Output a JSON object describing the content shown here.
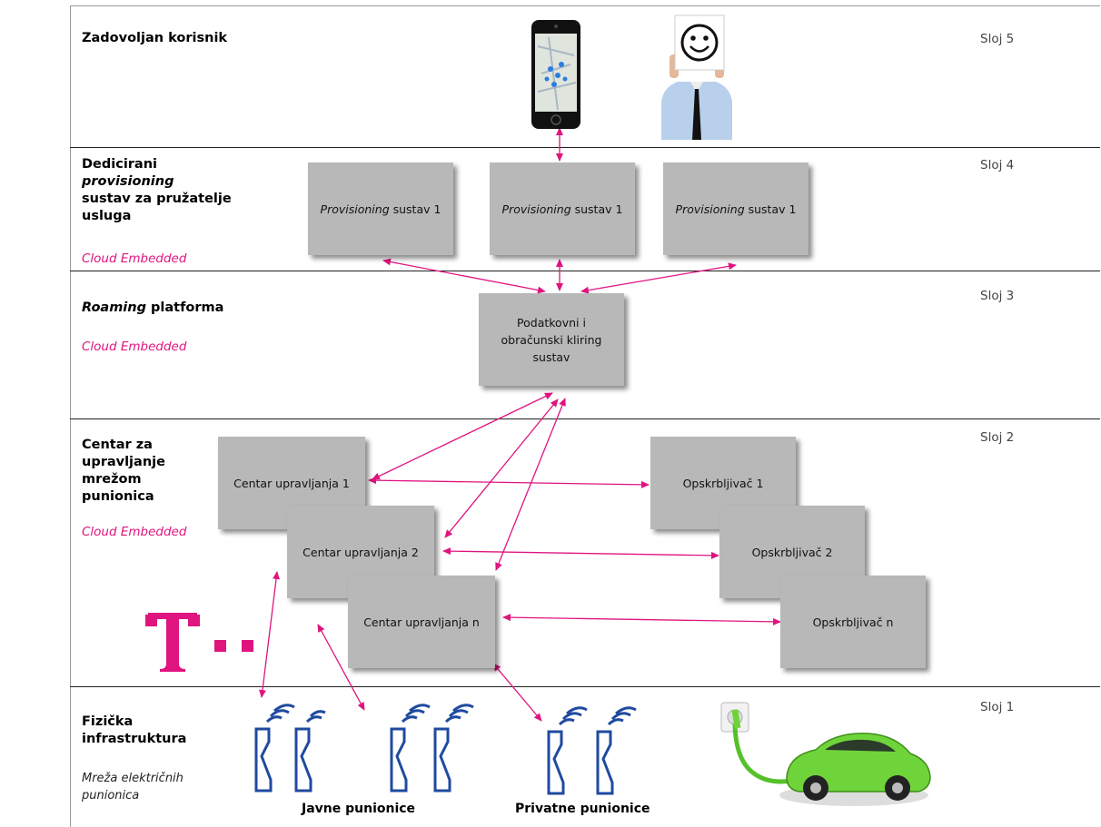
{
  "layers": {
    "l5": {
      "title": "Zadovoljan korisnik",
      "tag": "Sloj 5"
    },
    "l4": {
      "title_line1": "Dedicirani",
      "title_line2": "provisioning",
      "title_line3": "sustav za pružatelje",
      "title_line4": "usluga",
      "cloud": "Cloud Embedded",
      "tag": "Sloj 4"
    },
    "l3": {
      "title_em": "Roaming",
      "title_rest": " platforma",
      "cloud": "Cloud Embedded",
      "tag": "Sloj 3"
    },
    "l2": {
      "title_line1": "Centar za",
      "title_line2": "upravljanje",
      "title_line3": "mrežom",
      "title_line4": "punionica",
      "cloud": "Cloud Embedded",
      "tag": "Sloj 2"
    },
    "l1": {
      "title_line1": "Fizička",
      "title_line2": "infrastruktura",
      "sub_line1": "Mreža električnih",
      "sub_line2": "punionica",
      "tag": "Sloj 1"
    }
  },
  "provisioning_boxes": [
    {
      "em": "Provisioning",
      "rest": " sustav  1"
    },
    {
      "em": "Provisioning",
      "rest": " sustav  1"
    },
    {
      "em": "Provisioning",
      "rest": " sustav  1"
    }
  ],
  "clearing_box": {
    "line1": "Podatkovni  i",
    "line2": "obračunski  kliring",
    "line3": "sustav"
  },
  "centers": [
    "Centar  upravljanja  1",
    "Centar  upravljanja  2",
    "Centar  upravljanja  n"
  ],
  "suppliers": [
    "Opskrbljivač  1",
    "Opskrbljivač  2",
    "Opskrbljivač  n"
  ],
  "captions": {
    "public": "Javne  punionice",
    "private": "Privatne  punionice"
  },
  "icons": {
    "phone": "smartphone-map-icon",
    "user": "smiley-user-icon",
    "logo": "telekom-logo",
    "charger": "charging-station-icon",
    "car": "electric-car-icon"
  },
  "colors": {
    "accent": "#e0147f",
    "box": "#b8b8b8",
    "charger": "#1f4aa0",
    "car": "#6fd43a"
  }
}
